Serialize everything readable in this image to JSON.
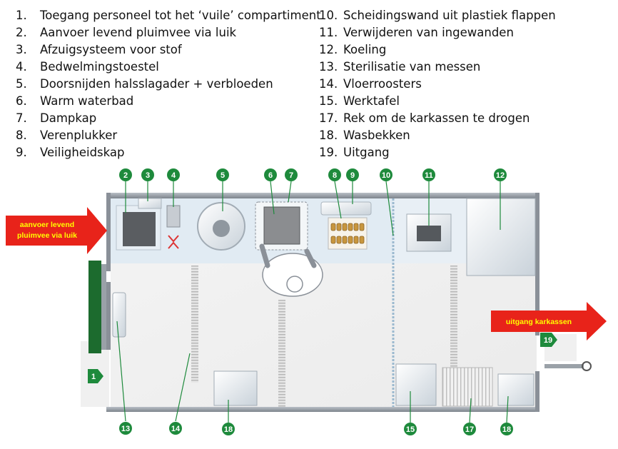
{
  "legend_left": [
    {
      "num": "1.",
      "label": "Toegang personeel tot het ‘vuile’ compartiment"
    },
    {
      "num": "2.",
      "label": "Aanvoer levend pluimvee via luik"
    },
    {
      "num": "3.",
      "label": "Afzuigsysteem voor stof"
    },
    {
      "num": "4.",
      "label": "Bedwelmingstoestel"
    },
    {
      "num": "5.",
      "label": "Doorsnijden halsslagader + verbloeden"
    },
    {
      "num": "6.",
      "label": "Warm waterbad"
    },
    {
      "num": "7.",
      "label": "Dampkap"
    },
    {
      "num": "8.",
      "label": "Verenplukker"
    },
    {
      "num": "9.",
      "label": "Veiligheidskap"
    }
  ],
  "legend_right": [
    {
      "num": "10.",
      "label": "Scheidingswand uit plastiek flappen"
    },
    {
      "num": "11.",
      "label": "Verwijderen van ingewanden"
    },
    {
      "num": "12.",
      "label": "Koeling"
    },
    {
      "num": "13.",
      "label": "Sterilisatie van messen"
    },
    {
      "num": "14.",
      "label": "Vloerroosters"
    },
    {
      "num": "15.",
      "label": "Werktafel"
    },
    {
      "num": "17.",
      "label": "Rek om de karkassen te drogen"
    },
    {
      "num": "18.",
      "label": "Wasbekken"
    },
    {
      "num": "19.",
      "label": "Uitgang"
    }
  ],
  "arrows": {
    "in_line1": "aanvoer levend",
    "in_line2": "pluimvee via luik",
    "out": "uitgang karkassen"
  },
  "badges": [
    "2",
    "3",
    "4",
    "5",
    "6",
    "7",
    "8",
    "9",
    "10",
    "11",
    "12",
    "1",
    "13",
    "14",
    "18",
    "15",
    "17",
    "18",
    "19"
  ],
  "colors": {
    "badge_green": "#1e8a3c",
    "arrow_red": "#e8231a",
    "arrow_text": "#ffff00",
    "wall": "#8a9098",
    "counter": "#dde9f2",
    "door_green": "#1c6b2e"
  }
}
